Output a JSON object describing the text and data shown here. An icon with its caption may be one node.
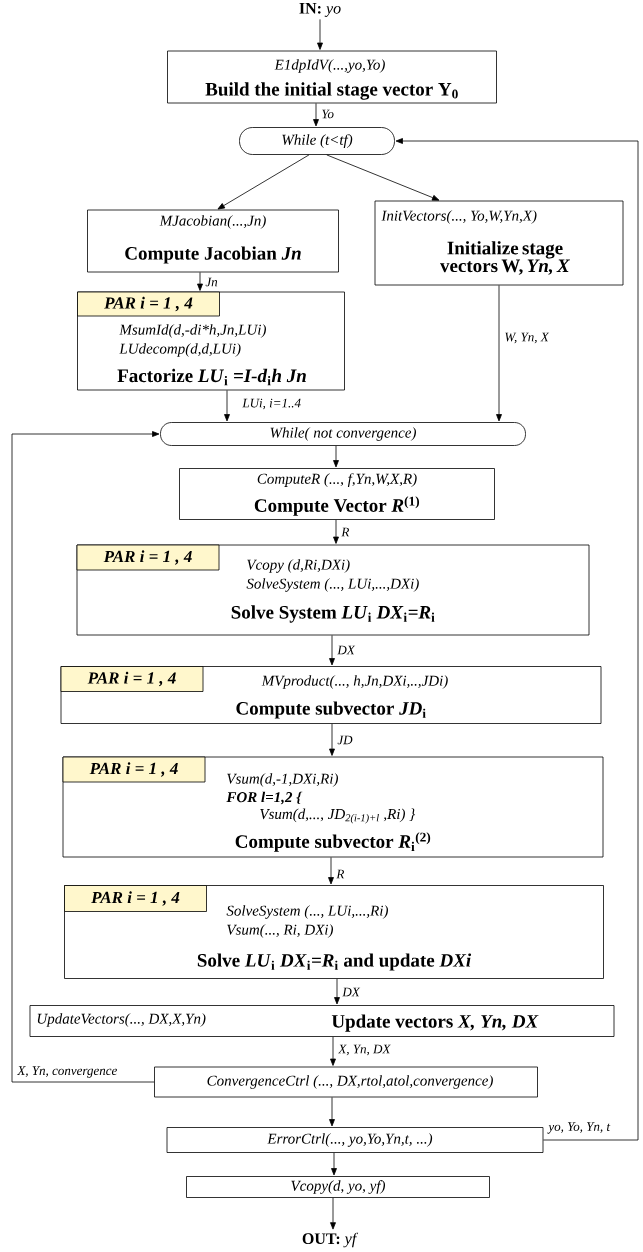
{
  "diagram": {
    "nodes": [
      {
        "text": [
          "**IN:** *yo*"
        ]
      },
      {
        "text": [
          "E1dpIdV(...,yo,Yo)",
          "Build the initial stage vector Y$_{0}$"
        ]
      },
      {
        "text": [
          "While (t<tf)"
        ]
      },
      {
        "text": [
          "MJacobian(...,Jn)",
          "Compute Jacobian *Jn*"
        ]
      },
      {
        "text": [
          "InitVectors(..., Yo,W,Yn,X)",
          "Initialize stage vectors W, *Yn, X*"
        ]
      },
      {
        "text": [
          "MsumId(d,-di*h,Jn,LUi)",
          "LUdecomp(d,d,LUi)",
          "Factorize *LU*$_{i}$ *=I-d*$_{i}$*h Jn*"
        ]
      },
      {
        "text": [
          "PAR i = 1 , 4"
        ],
        "in": 5
      },
      {
        "text": [
          "While( not convergence)"
        ]
      },
      {
        "text": [
          "ComputeR (..., f,Yn,W,X,R)",
          "Compute Vector *R*$^{(1)}$"
        ]
      },
      {
        "text": [
          "Vcopy (d,Ri,DXi)",
          "SolveSystem (..., LUi,...,DXi)",
          "Solve System *LU*$_{i}$ *DX*$_{i}$*=R*$_{i}$"
        ]
      },
      {
        "text": [
          "PAR i = 1 , 4"
        ],
        "in": 9
      },
      {
        "text": [
          "MVproduct(..., h,Jn,DXi,..,JDi)",
          "Compute subvector *JD*$_{i}$"
        ]
      },
      {
        "text": [
          "PAR i = 1 , 4"
        ],
        "in": 11
      },
      {
        "text": [
          "Vsum(d,-1,DXi,Ri)",
          "FOR l=1,2 {",
          "Vsum(d,..., JD$_{2(i-1)+l}$ ,Ri) }",
          "Compute subvector *R*$_{i}$$^{(2)}$"
        ]
      },
      {
        "text": [
          "PAR i = 1 , 4"
        ],
        "in": 13
      },
      {
        "text": [
          "SolveSystem (..., LUi,...,Ri)",
          "Vsum(..., Ri, DXi)",
          "Solve *LU*$_{i}$ *DX*$_{i}$*=R*$_{i}$ and update *DXi*"
        ]
      },
      {
        "text": [
          "PAR i = 1 , 4"
        ],
        "in": 15
      },
      {
        "text": [
          "UpdateVectors(..., DX,X,Yn)",
          "Update vectors *X, Yn, DX*"
        ]
      },
      {
        "text": [
          "ConvergenceCtrl (..., DX,rtol,atol,convergence)"
        ]
      },
      {
        "text": [
          "ErrorCtrl(..., yo,Yo,Yn,t, ...)"
        ]
      },
      {
        "text": [
          "Vcopy(d, yo, yf)"
        ]
      },
      {
        "text": [
          "**OUT:** *yf*"
        ]
      }
    ],
    "edges": [
      {
        "from": 0,
        "to": 1,
        "arrow": "to"
      },
      {
        "from": 1,
        "to": 2,
        "arrow": "to",
        "label": "Yo"
      },
      {
        "from": 2,
        "to": 3,
        "arrow": "to"
      },
      {
        "from": 2,
        "to": 4,
        "arrow": "to"
      },
      {
        "from": 3,
        "to": 5,
        "arrow": "to",
        "label": "Jn"
      },
      {
        "from": 5,
        "to": 7,
        "arrow": "to",
        "label": "LUi, i=1..4"
      },
      {
        "from": 4,
        "to": 7,
        "arrow": "to",
        "label": "W, Yn, X"
      },
      {
        "from": 7,
        "to": 8,
        "arrow": "to"
      },
      {
        "from": 8,
        "to": 9,
        "arrow": "to",
        "label": "R"
      },
      {
        "from": 9,
        "to": 11,
        "arrow": "to",
        "label": "DX"
      },
      {
        "from": 11,
        "to": 13,
        "arrow": "to",
        "label": "JD"
      },
      {
        "from": 13,
        "to": 15,
        "arrow": "to",
        "label": "R"
      },
      {
        "from": 15,
        "to": 17,
        "arrow": "to",
        "label": "DX"
      },
      {
        "from": 17,
        "to": 18,
        "arrow": "to",
        "label": "X, Yn, DX"
      },
      {
        "from": 18,
        "to": 7,
        "arrow": "to",
        "label": "X, Yn, convergence"
      },
      {
        "from": 18,
        "to": 19,
        "arrow": "to"
      },
      {
        "from": 19,
        "to": 2,
        "arrow": "to",
        "label": "yo, Yo, Yn, t"
      },
      {
        "from": 19,
        "to": 20,
        "arrow": "to"
      },
      {
        "from": 20,
        "to": 21,
        "arrow": "to"
      }
    ]
  }
}
